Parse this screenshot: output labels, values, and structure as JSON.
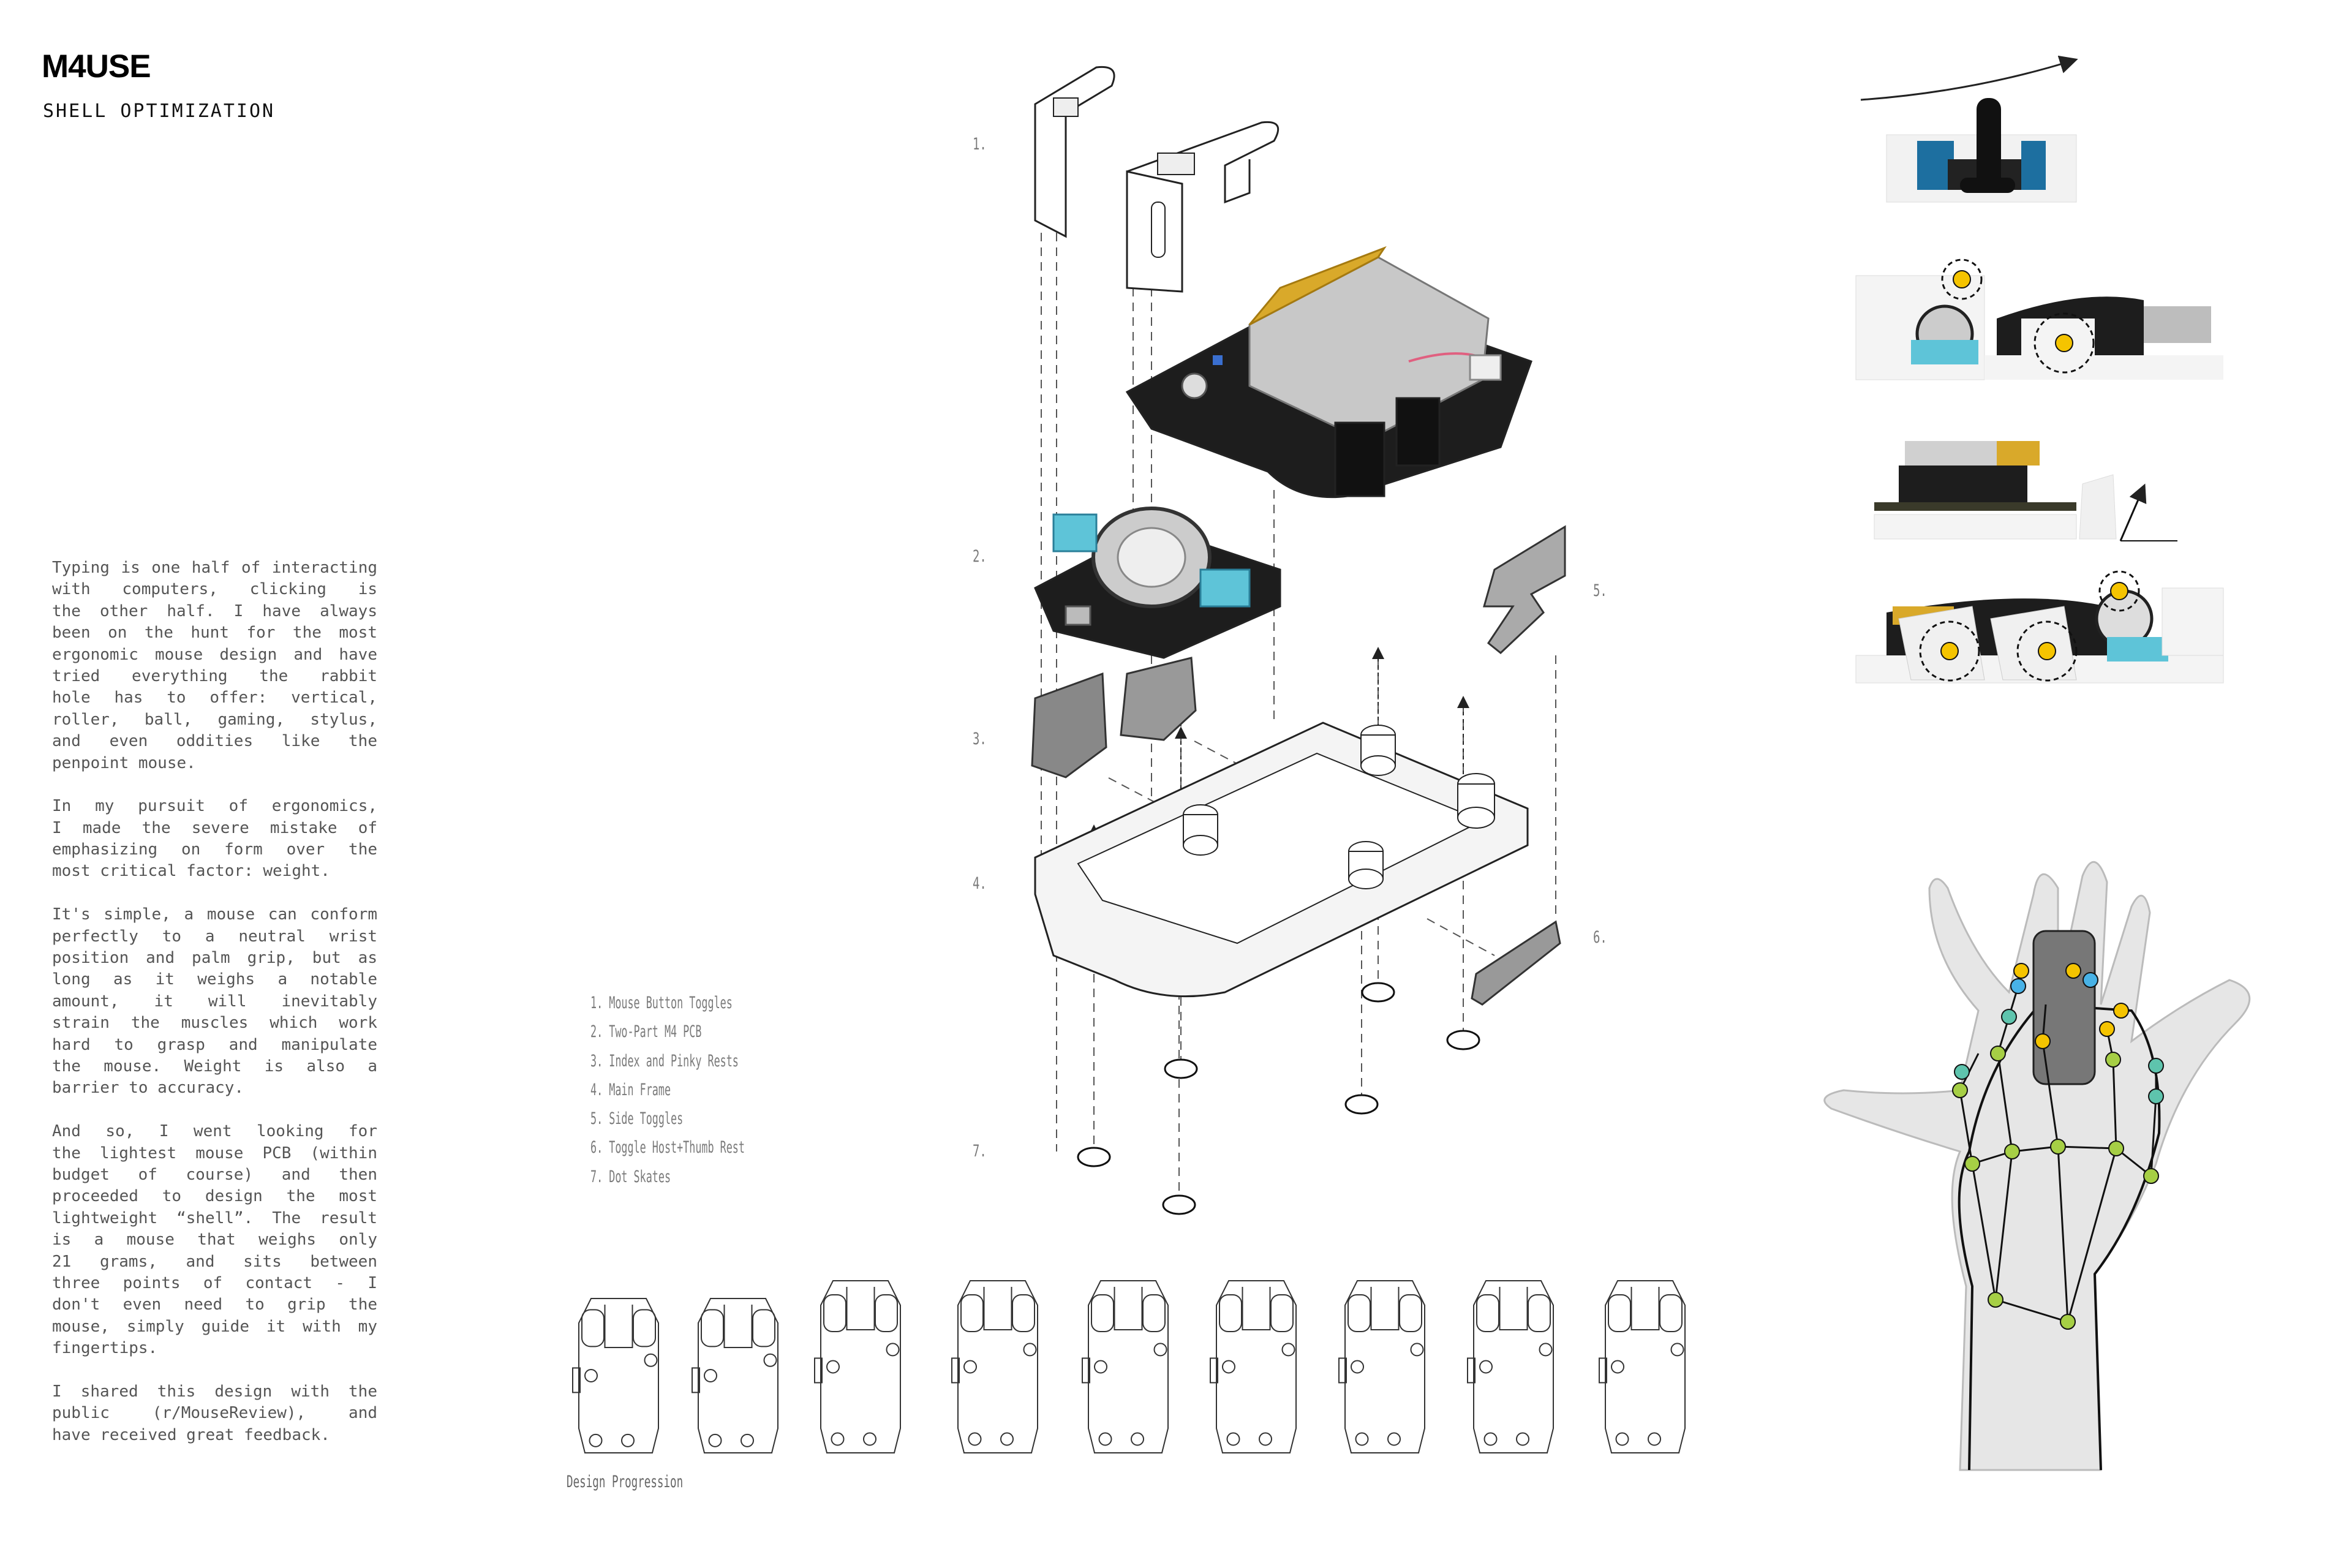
{
  "header": {
    "title": "M4USE",
    "subtitle": "SHELL OPTIMIZATION"
  },
  "body": {
    "paragraphs": [
      [
        "Typing is one half of interacting",
        "with computers, clicking is",
        "the other half. I have always",
        "been on the hunt for the most",
        "ergonomic mouse design and have",
        "tried everything the rabbit",
        "hole has to offer: vertical,",
        "roller, ball, gaming, stylus,",
        "and even oddities like the",
        "penpoint mouse."
      ],
      [
        "In my pursuit of ergonomics,",
        "I made the severe mistake of",
        "emphasizing on form over the",
        "most critical factor: weight."
      ],
      [
        "It's simple, a mouse can conform",
        "perfectly to a neutral wrist",
        "position and palm grip, but as",
        "long as it weighs a notable",
        "amount, it will inevitably",
        "strain the muscles which work",
        "hard to grasp and manipulate",
        "the mouse. Weight is also a",
        "barrier to accuracy."
      ],
      [
        "And so, I went looking for",
        "the lightest mouse PCB (within",
        "budget of course) and then",
        "proceeded to design the most",
        "lightweight “shell”. The result",
        "is a mouse that weighs only",
        "21 grams, and sits between",
        "three points of contact  - I",
        "don't even need to grip the",
        "mouse, simply guide it with my",
        "fingertips."
      ],
      [
        "I shared this design with the",
        "public (r/MouseReview), and",
        "have received great feedback."
      ]
    ]
  },
  "parts_list": [
    "1. Mouse Button Toggles",
    "2. Two-Part M4 PCB",
    "3. Index and Pinky Rests",
    "4. Main Frame",
    "5. Side Toggles",
    "6. Toggle Host+Thumb Rest",
    "7. Dot Skates"
  ],
  "callouts": [
    "1.",
    "2.",
    "3.",
    "4.",
    "5.",
    "6.",
    "7."
  ],
  "design_progression": {
    "label": "Design Progression",
    "count": 9
  },
  "colors": {
    "text": "#555555",
    "contact_yellow": "#f5c400",
    "joint_green": "#a6cf45",
    "joint_teal": "#5ec4ad",
    "joint_blue": "#48b2e6",
    "pcb_black": "#1d1d1d",
    "switch_blue": "#4aa8c9",
    "battery_gold": "#d9a92a"
  }
}
